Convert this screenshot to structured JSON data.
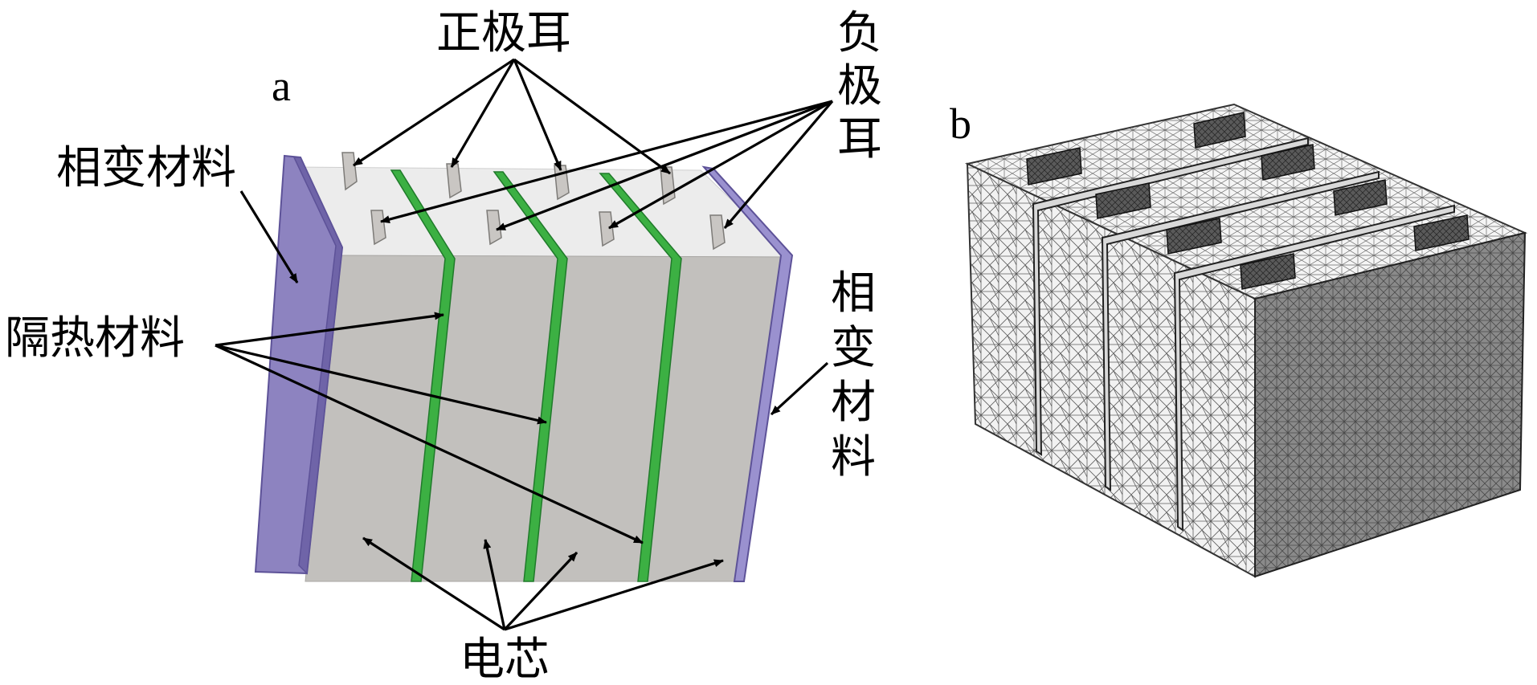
{
  "panel_a": {
    "letter": "a",
    "labels": {
      "positive_tab": "正极耳",
      "negative_tab": [
        "负",
        "极",
        "耳"
      ],
      "pcm_left": "相变材料",
      "pcm_right": [
        "相",
        "变",
        "材",
        "料"
      ],
      "insulation": "隔热材料",
      "cell_core": "电芯"
    }
  },
  "panel_b": {
    "letter": "b"
  },
  "colors": {
    "cell_gray": "#c2c0bd",
    "cell_top": "#ededed",
    "pcm_purple": "#8d83c0",
    "insulation_green": "#3cb043",
    "mesh_face": "#7a7a7a",
    "mesh_side": "#eeeeee"
  }
}
